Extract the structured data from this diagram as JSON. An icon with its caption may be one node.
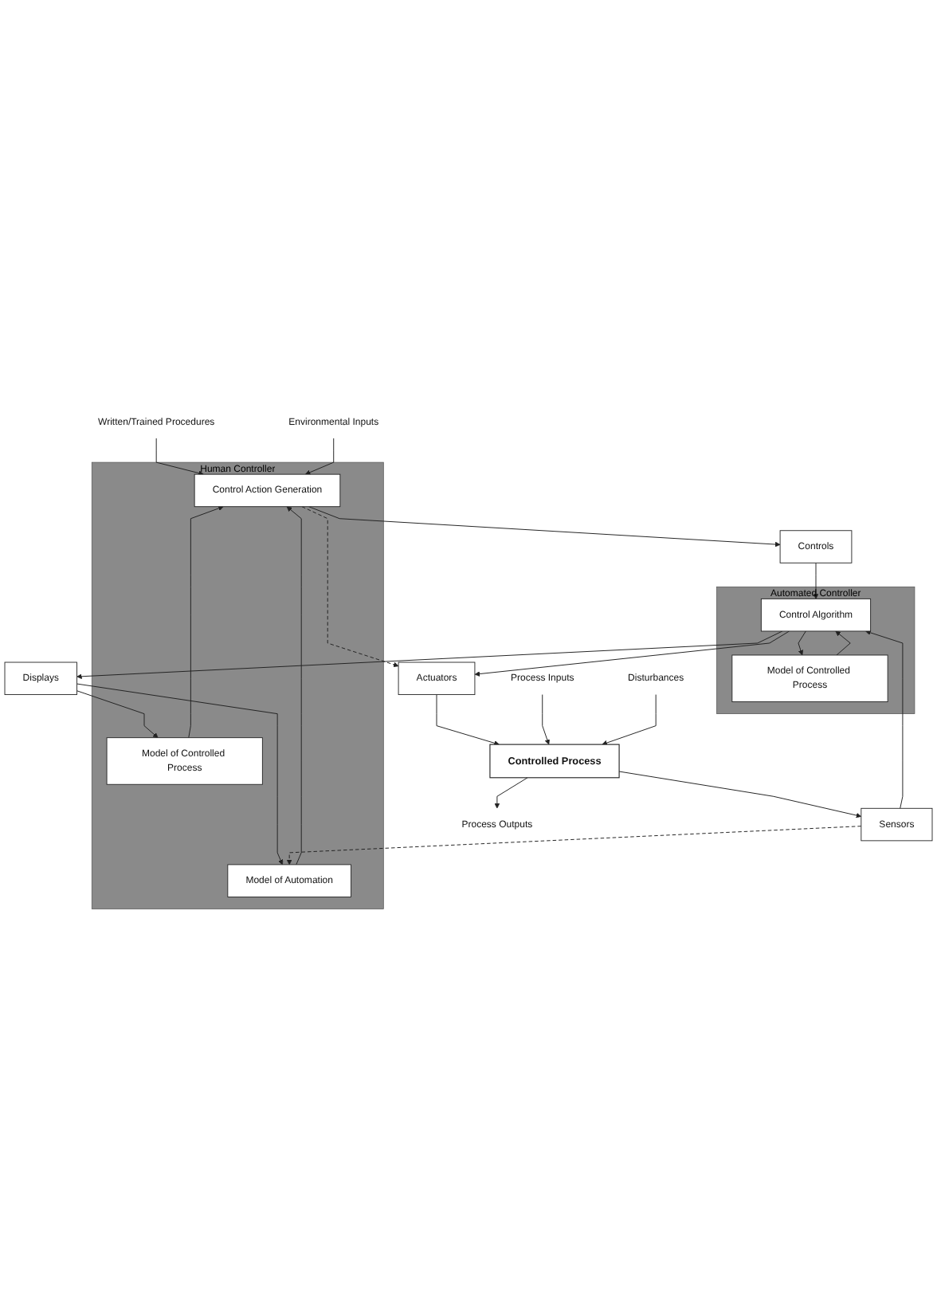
{
  "diagram": {
    "nodes": [
      {
        "text": [
          "Written/Trained Procedures"
        ]
      },
      {
        "text": [
          "Environmental Inputs"
        ]
      },
      {
        "text": [
          "Human Controller"
        ]
      },
      {
        "text": [
          "Control Action Generation"
        ],
        "in": 2
      },
      {
        "text": [
          "Model of Automation"
        ],
        "in": 2
      },
      {
        "text": [
          "Model of Controlled Process"
        ],
        "in": 2
      },
      {
        "text": [
          "Controls"
        ]
      },
      {
        "text": [
          "Displays"
        ]
      },
      {
        "text": [
          "Automated Controller"
        ]
      },
      {
        "text": [
          "Control Algorithm"
        ],
        "in": 8
      },
      {
        "text": [
          "Model of Controlled Process"
        ],
        "in": 8
      },
      {
        "text": [
          "Actuators"
        ]
      },
      {
        "text": [
          "Sensors"
        ]
      },
      {
        "text": [
          "Controlled Process"
        ]
      },
      {
        "text": [
          "Process Inputs"
        ]
      },
      {
        "text": [
          "Process Outputs"
        ]
      },
      {
        "text": [
          "Disturbances"
        ]
      }
    ],
    "edges": [
      {
        "from": 0,
        "to": 3,
        "arrow": "to"
      },
      {
        "from": 1,
        "to": 3,
        "arrow": "to"
      },
      {
        "from": 4,
        "to": 3,
        "arrow": "to"
      },
      {
        "from": 5,
        "to": 3,
        "arrow": "to"
      },
      {
        "from": 3,
        "to": 6,
        "arrow": "to"
      },
      {
        "from": 3,
        "to": 11,
        "arrow": "to",
        "style": "dashed"
      },
      {
        "from": 7,
        "to": 5,
        "arrow": "to"
      },
      {
        "from": 7,
        "to": 4,
        "arrow": "to"
      },
      {
        "from": 12,
        "to": 4,
        "arrow": "to",
        "style": "dashed"
      },
      {
        "from": 6,
        "to": 9,
        "arrow": "to"
      },
      {
        "from": 9,
        "to": 10,
        "arrow": "to"
      },
      {
        "from": 10,
        "to": 9,
        "arrow": "to"
      },
      {
        "from": 9,
        "to": 7,
        "arrow": "to"
      },
      {
        "from": 9,
        "to": 11,
        "arrow": "to"
      },
      {
        "from": 12,
        "to": 9,
        "arrow": "to"
      },
      {
        "from": 11,
        "to": 13,
        "arrow": "to"
      },
      {
        "from": 13,
        "to": 12,
        "arrow": "to"
      },
      {
        "from": 14,
        "to": 13,
        "arrow": "to"
      },
      {
        "from": 13,
        "to": 15,
        "arrow": "to"
      },
      {
        "from": 16,
        "to": 13,
        "arrow": "to"
      }
    ]
  }
}
